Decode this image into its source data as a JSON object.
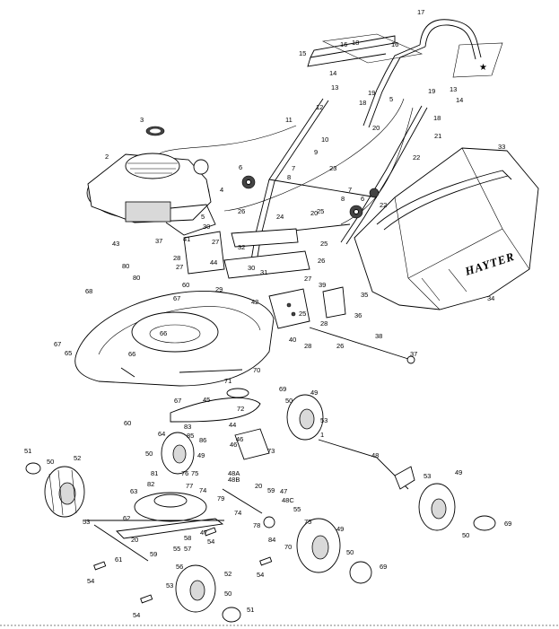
{
  "brand_text": "HAYTER",
  "star_symbol": "★",
  "part_labels": {
    "p1": "1",
    "p2": "2",
    "p3": "3",
    "p4": "4",
    "p5": "5",
    "p5b": "5",
    "p6": "6",
    "p6b": "6",
    "p7": "7",
    "p7b": "7",
    "p8": "8",
    "p8b": "8",
    "p9": "9",
    "p10": "10",
    "p11": "11",
    "p12": "12",
    "p13": "13",
    "p13b": "13",
    "p14": "14",
    "p14b": "14",
    "p15": "15",
    "p16": "16",
    "p16b": "16",
    "p17": "17",
    "p18": "18",
    "p18b": "18",
    "p18c": "18",
    "p19": "19",
    "p19b": "19",
    "p20": "20",
    "p20b": "20",
    "p20c": "20",
    "p21": "21",
    "p22": "22",
    "p22b": "22",
    "p23": "23",
    "p24": "24",
    "p25": "25",
    "p25b": "25",
    "p25c": "25",
    "p26": "26",
    "p26b": "26",
    "p26c": "26",
    "p26d": "26",
    "p27": "27",
    "p27b": "27",
    "p27c": "27",
    "p28": "28",
    "p28b": "28",
    "p29": "29",
    "p30": "30",
    "p30b": "30",
    "p31": "31",
    "p32": "32",
    "p33": "33",
    "p34": "34",
    "p35": "35",
    "p36": "36",
    "p37": "37",
    "p37b": "37",
    "p38": "38",
    "p39": "39",
    "p40": "40",
    "p41": "41",
    "p42": "42",
    "p43": "43",
    "p44": "44",
    "p44b": "44",
    "p45": "45",
    "p46": "46",
    "p46b": "46",
    "p47": "47",
    "p47b": "47",
    "p48": "48",
    "p48a": "48A",
    "p48b": "48B",
    "p48c": "48C",
    "p49": "49",
    "p49b": "49",
    "p49c": "49",
    "p49d": "49",
    "p50": "50",
    "p50b": "50",
    "p50c": "50",
    "p50d": "50",
    "p50e": "50",
    "p50f": "50",
    "p51": "51",
    "p51b": "51",
    "p52": "52",
    "p52b": "52",
    "p53": "53",
    "p53b": "53",
    "p53c": "53",
    "p53d": "53",
    "p54": "54",
    "p54b": "54",
    "p54c": "54",
    "p54d": "54",
    "p55": "55",
    "p55b": "55",
    "p56": "56",
    "p57": "57",
    "p58": "58",
    "p59": "59",
    "p60": "60",
    "p60b": "60",
    "p61": "61",
    "p62": "62",
    "p63": "63",
    "p64": "64",
    "p65": "65",
    "p66": "66",
    "p66b": "66",
    "p67": "67",
    "p67b": "67",
    "p67c": "67",
    "p68": "68",
    "p68b": "68",
    "p69": "69",
    "p69b": "69",
    "p69c": "69",
    "p70": "70",
    "p70b": "70",
    "p71": "71",
    "p72": "72",
    "p73": "73",
    "p74": "74",
    "p74b": "74",
    "p75": "75",
    "p75b": "75",
    "p76": "76",
    "p77": "77",
    "p78": "78",
    "p79": "79",
    "p80": "80",
    "p80b": "80",
    "p81": "81",
    "p82": "82",
    "p83": "83",
    "p84": "84",
    "p85": "85",
    "p86": "86"
  }
}
